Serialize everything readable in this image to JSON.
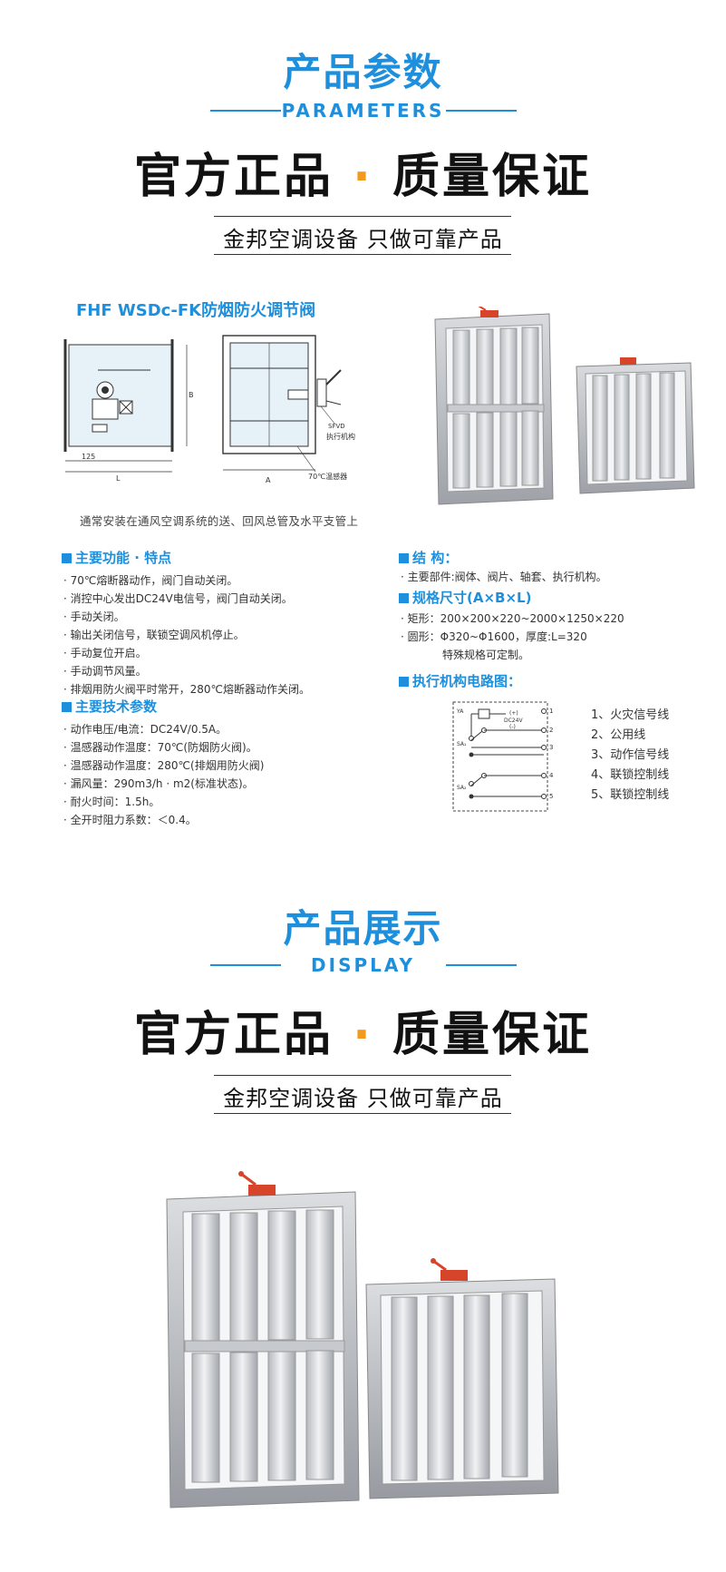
{
  "params_section": {
    "title": "产品参数",
    "subtitle": "PARAMETERS",
    "slogan_left": "官方正品",
    "slogan_dot": "·",
    "slogan_right": "质量保证",
    "tagline": "金邦空调设备 只做可靠产品"
  },
  "product": {
    "name": "FHF WSDc-FK防烟防火调节阀",
    "drawing_labels": {
      "dim_125": "125",
      "dim_L": "L",
      "dim_B": "B",
      "dim_A": "A",
      "sfvd": "SFVD",
      "actuator": "执行机构",
      "sensor": "70℃温感器"
    },
    "install_note": "通常安装在通风空调系统的送、回风总管及水平支管上"
  },
  "features": {
    "heading": "主要功能 · 特点",
    "items": [
      "· 70℃熔断器动作，阀门自动关闭。",
      "· 消控中心发出DC24V电信号，阀门自动关闭。",
      "· 手动关闭。",
      "· 输出关闭信号，联锁空调风机停止。",
      "· 手动复位开启。",
      "· 手动调节风量。",
      "· 排烟用防火阀平时常开，280℃熔断器动作关闭。"
    ]
  },
  "tech": {
    "heading": "主要技术参数",
    "items": [
      "· 动作电压/电流：DC24V/0.5A。",
      "· 温感器动作温度：70℃(防烟防火阀)。",
      "· 温感器动作温度：280℃(排烟用防火阀)",
      "· 漏风量：290m3/h · m2(标准状态)。",
      "· 耐火时间：1.5h。",
      "· 全开时阻力系数：＜0.4。"
    ]
  },
  "structure": {
    "heading": "结    构：",
    "items": [
      "· 主要部件:阀体、阀片、轴套、执行机构。"
    ]
  },
  "sizes": {
    "heading": "规格尺寸(A×B×L)",
    "items": [
      "· 矩形：200×200×220~2000×1250×220",
      "· 圆形：Φ320~Φ1600，厚度:L=320",
      "  特殊规格可定制。"
    ]
  },
  "circuit": {
    "heading": "执行机构电路图：",
    "labels": {
      "ya": "YA",
      "plus": "(+)",
      "dc": "DC24V",
      "minus": "(-)",
      "sa1": "SA₁",
      "sa2": "SA₂",
      "t1": "1",
      "t2": "2",
      "t3": "3",
      "t4": "4",
      "t5": "5"
    },
    "legend": [
      "1、火灾信号线",
      "2、公用线",
      "3、动作信号线",
      "4、联锁控制线",
      "5、联锁控制线"
    ]
  },
  "display_section": {
    "title": "产品展示",
    "subtitle": "DISPLAY",
    "slogan_left": "官方正品",
    "slogan_dot": "·",
    "slogan_right": "质量保证",
    "tagline": "金邦空调设备 只做可靠产品"
  },
  "colors": {
    "brand_blue": "#1e8fdc",
    "accent_orange": "#f39a1e",
    "damper_handle": "#d6452a"
  }
}
